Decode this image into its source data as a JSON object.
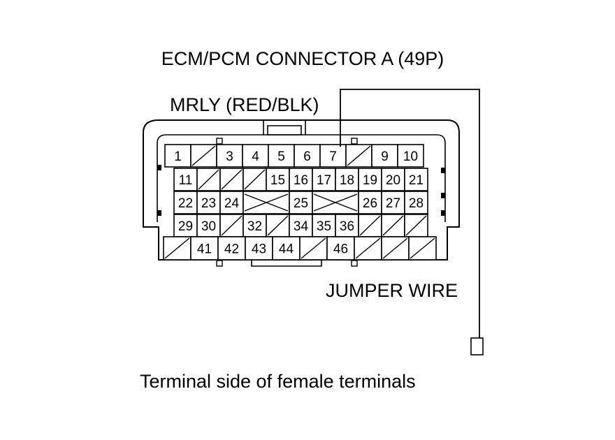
{
  "diagram": {
    "title": "ECM/PCM CONNECTOR A (49P)",
    "wire_color_label": "MRLY (RED/BLK)",
    "jumper_label": "JUMPER WIRE",
    "caption": "Terminal side of female terminals",
    "colors": {
      "line": "#000000",
      "background": "#ffffff"
    },
    "rows": [
      [
        {
          "t": "1"
        },
        {
          "b": 1
        },
        {
          "t": "3"
        },
        {
          "t": "4"
        },
        {
          "t": "5"
        },
        {
          "t": "6"
        },
        {
          "t": "7"
        },
        {
          "b": 1
        },
        {
          "t": "9"
        },
        {
          "t": "10"
        }
      ],
      [
        {
          "t": "11"
        },
        {
          "b": 1
        },
        {
          "b": 1
        },
        {
          "b": 1
        },
        {
          "t": "15"
        },
        {
          "t": "16"
        },
        {
          "t": "17"
        },
        {
          "t": "18"
        },
        {
          "t": "19"
        },
        {
          "t": "20"
        },
        {
          "t": "21"
        }
      ],
      [
        {
          "t": "22"
        },
        {
          "t": "23"
        },
        {
          "t": "24"
        },
        {
          "x": 1
        },
        {
          "t": "25"
        },
        {
          "x": 1
        },
        {
          "t": "26"
        },
        {
          "t": "27"
        },
        {
          "t": "28"
        }
      ],
      [
        {
          "t": "29"
        },
        {
          "t": "30"
        },
        {
          "b": 1
        },
        {
          "t": "32"
        },
        {
          "b": 1
        },
        {
          "t": "34"
        },
        {
          "t": "35"
        },
        {
          "t": "36"
        },
        {
          "b": 1
        },
        {
          "b": 1
        },
        {
          "b": 1
        }
      ],
      [
        {
          "b": 1
        },
        {
          "t": "41"
        },
        {
          "t": "42"
        },
        {
          "t": "43"
        },
        {
          "t": "44"
        },
        {
          "b": 1
        },
        {
          "t": "46"
        },
        {
          "b": 1
        },
        {
          "b": 1
        },
        {
          "b": 1
        }
      ]
    ]
  }
}
